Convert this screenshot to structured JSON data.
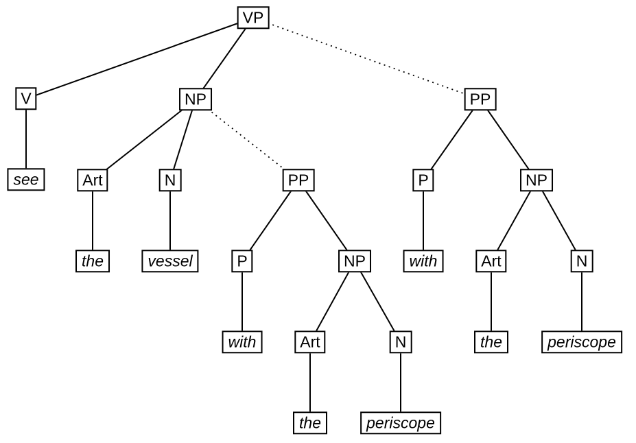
{
  "diagram": {
    "type": "syntax-parse-tree",
    "colors": {
      "background": "#ffffff",
      "line": "#000000",
      "box_border": "#000000",
      "box_fill": "#ffffff",
      "text": "#000000"
    }
  },
  "nodes": {
    "vp": {
      "label": "VP",
      "kind": "phrase"
    },
    "v": {
      "label": "V",
      "kind": "phrase"
    },
    "np_top": {
      "label": "NP",
      "kind": "phrase"
    },
    "pp_right": {
      "label": "PP",
      "kind": "phrase"
    },
    "see": {
      "label": "see",
      "kind": "terminal"
    },
    "art_left": {
      "label": "Art",
      "kind": "phrase"
    },
    "n_left": {
      "label": "N",
      "kind": "phrase"
    },
    "pp_mid": {
      "label": "PP",
      "kind": "phrase"
    },
    "p_right": {
      "label": "P",
      "kind": "phrase"
    },
    "np_right": {
      "label": "NP",
      "kind": "phrase"
    },
    "the_left": {
      "label": "the",
      "kind": "terminal"
    },
    "vessel": {
      "label": "vessel",
      "kind": "terminal"
    },
    "p_mid": {
      "label": "P",
      "kind": "phrase"
    },
    "np_mid": {
      "label": "NP",
      "kind": "phrase"
    },
    "with_right": {
      "label": "with",
      "kind": "terminal"
    },
    "art_right": {
      "label": "Art",
      "kind": "phrase"
    },
    "n_right": {
      "label": "N",
      "kind": "phrase"
    },
    "with_mid": {
      "label": "with",
      "kind": "terminal"
    },
    "art_mid": {
      "label": "Art",
      "kind": "phrase"
    },
    "n_mid": {
      "label": "N",
      "kind": "phrase"
    },
    "the_right": {
      "label": "the",
      "kind": "terminal"
    },
    "periscope_right": {
      "label": "periscope",
      "kind": "terminal"
    },
    "the_mid": {
      "label": "the",
      "kind": "terminal"
    },
    "periscope_mid": {
      "label": "periscope",
      "kind": "terminal"
    }
  },
  "edges": [
    {
      "from": "vp",
      "to": "v",
      "style": "solid"
    },
    {
      "from": "vp",
      "to": "np_top",
      "style": "solid"
    },
    {
      "from": "vp",
      "to": "pp_right",
      "style": "dotted"
    },
    {
      "from": "v",
      "to": "see",
      "style": "solid"
    },
    {
      "from": "np_top",
      "to": "art_left",
      "style": "solid"
    },
    {
      "from": "np_top",
      "to": "n_left",
      "style": "solid"
    },
    {
      "from": "np_top",
      "to": "pp_mid",
      "style": "dotted"
    },
    {
      "from": "art_left",
      "to": "the_left",
      "style": "solid"
    },
    {
      "from": "n_left",
      "to": "vessel",
      "style": "solid"
    },
    {
      "from": "pp_mid",
      "to": "p_mid",
      "style": "solid"
    },
    {
      "from": "pp_mid",
      "to": "np_mid",
      "style": "solid"
    },
    {
      "from": "p_mid",
      "to": "with_mid",
      "style": "solid"
    },
    {
      "from": "np_mid",
      "to": "art_mid",
      "style": "solid"
    },
    {
      "from": "np_mid",
      "to": "n_mid",
      "style": "solid"
    },
    {
      "from": "art_mid",
      "to": "the_mid",
      "style": "solid"
    },
    {
      "from": "n_mid",
      "to": "periscope_mid",
      "style": "solid"
    },
    {
      "from": "pp_right",
      "to": "p_right",
      "style": "solid"
    },
    {
      "from": "pp_right",
      "to": "np_right",
      "style": "solid"
    },
    {
      "from": "p_right",
      "to": "with_right",
      "style": "solid"
    },
    {
      "from": "np_right",
      "to": "art_right",
      "style": "solid"
    },
    {
      "from": "np_right",
      "to": "n_right",
      "style": "solid"
    },
    {
      "from": "art_right",
      "to": "the_right",
      "style": "solid"
    },
    {
      "from": "n_right",
      "to": "periscope_right",
      "style": "solid"
    }
  ]
}
